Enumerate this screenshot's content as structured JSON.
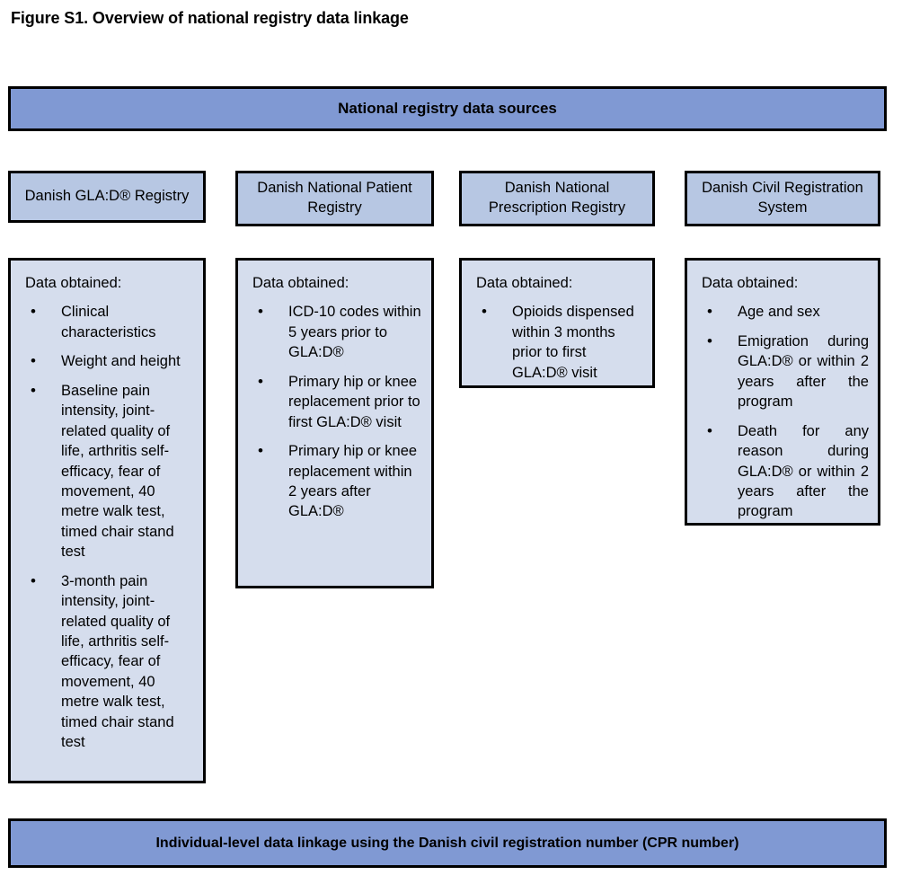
{
  "figure": {
    "title": "Figure S1. Overview of national registry data linkage"
  },
  "colors": {
    "banner_fill": "#8099d3",
    "registry_header_fill": "#b7c7e3",
    "data_box_fill": "#d5dded",
    "border": "#000000"
  },
  "banners": {
    "top": "National registry data sources",
    "bottom": "Individual-level data linkage using the Danish civil registration number (CPR number)"
  },
  "columns": [
    {
      "registry_name": "Danish GLA:D® Registry",
      "data_label": "Data obtained:",
      "bullet_glyph": "•",
      "items": [
        "Clinical characteristics",
        "Weight and height",
        "Baseline pain intensity, joint-related quality of life, arthritis self-efficacy, fear of movement, 40 metre walk test, timed chair stand test",
        "3-month pain intensity, joint-related quality of life, arthritis self-efficacy, fear of movement, 40 metre walk test, timed chair stand test"
      ]
    },
    {
      "registry_name": "Danish National Patient Registry",
      "data_label": "Data obtained:",
      "bullet_glyph": "•",
      "items": [
        "ICD-10 codes within 5 years prior to GLA:D®",
        "Primary hip or knee replacement prior to first GLA:D® visit",
        "Primary hip or knee replacement within 2 years after GLA:D®"
      ]
    },
    {
      "registry_name": "Danish National Prescription Registry",
      "data_label": "Data obtained:",
      "bullet_glyph": "•",
      "items": [
        "Opioids dispensed within 3 months prior to first GLA:D® visit"
      ]
    },
    {
      "registry_name": "Danish Civil Registration System",
      "data_label": "Data obtained:",
      "bullet_glyph": "•",
      "items": [
        "Age and sex",
        "Emigration during GLA:D® or within 2 years after the program",
        "Death for any reason during GLA:D® or within 2 years after the program"
      ]
    }
  ]
}
